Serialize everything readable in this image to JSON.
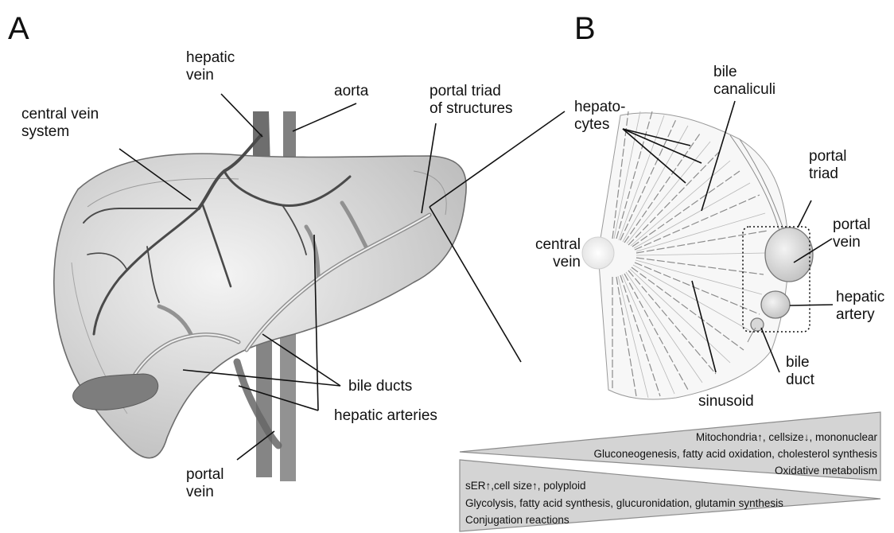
{
  "panels": {
    "a": "A",
    "b": "B"
  },
  "panel_a_labels": {
    "hepatic_vein": [
      "hepatic",
      "vein"
    ],
    "aorta": "aorta",
    "central_vein_system": [
      "central vein",
      "system"
    ],
    "portal_triad_of_structures": [
      "portal triad",
      "of structures"
    ],
    "bile_ducts": "bile ducts",
    "hepatic_arteries": "hepatic arteries",
    "portal_vein": [
      "portal",
      "vein"
    ]
  },
  "panel_b_labels": {
    "bile_canaliculi": [
      "bile",
      "canaliculi"
    ],
    "hepatocytes": [
      "hepato-",
      "cytes"
    ],
    "portal_triad": [
      "portal",
      "triad"
    ],
    "portal_vein": [
      "portal",
      "vein"
    ],
    "central_vein": [
      "central",
      "vein"
    ],
    "hepatic_artery": [
      "hepatic",
      "artery"
    ],
    "bile_duct": [
      "bile",
      "duct"
    ],
    "sinusoid": "sinusoid"
  },
  "zonation": {
    "upper": {
      "line1": "Mitochondria↑, cellsize↓, mononuclear",
      "line2": "Gluconeogenesis, fatty acid oxidation, cholesterol synthesis",
      "line3": "Oxidative metabolism"
    },
    "lower": {
      "line1": "sER↑,cell size↑, polyploid",
      "line2": "Glycolysis, fatty acid synthesis, glucuronidation, glutamin synthesis",
      "line3": "Conjugation reactions"
    }
  },
  "colors": {
    "wedge": "#d4d4d4",
    "line": "#111111",
    "sketch": "#7a7a7a"
  }
}
